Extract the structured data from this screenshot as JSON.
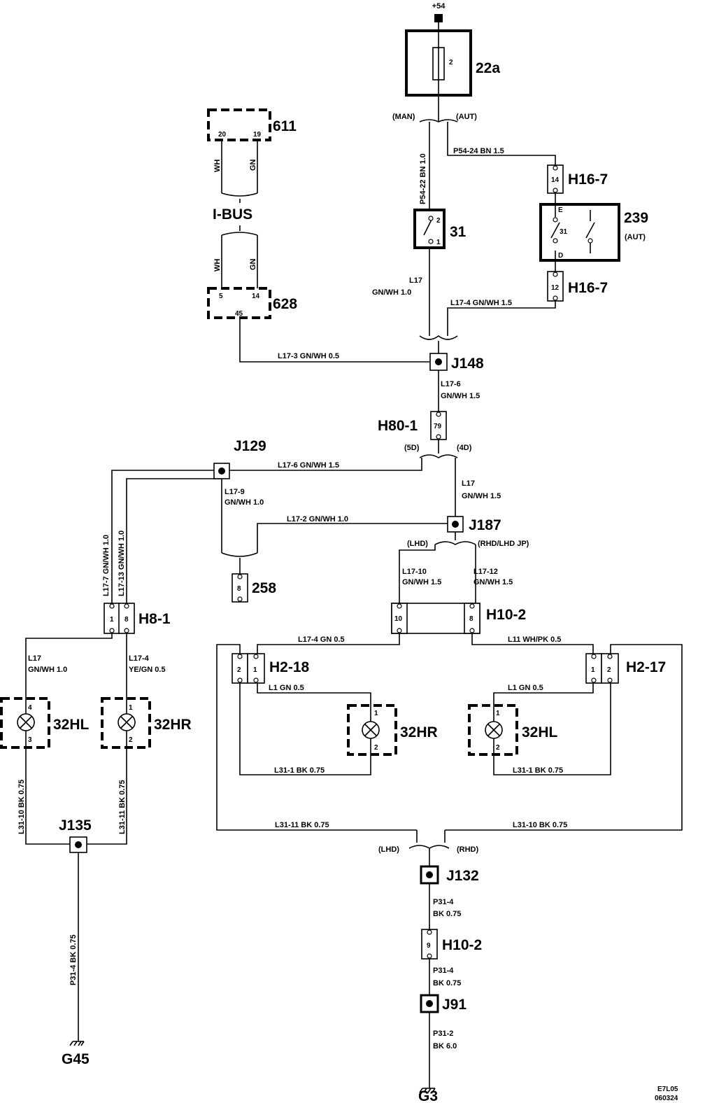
{
  "diagram": {
    "supply": "+54",
    "fuse": {
      "id": "22a",
      "pin": "2"
    },
    "variants": {
      "man": "(MAN)",
      "aut": "(AUT)",
      "lhd": "(LHD)",
      "rhd": "(RHD)",
      "rhd_lhd_jp": "(RHD/LHD JP)",
      "five_d": "(5D)",
      "four_d": "(4D)",
      "aut_239": "(AUT)"
    },
    "components": {
      "c611": {
        "id": "611",
        "pins": [
          "20",
          "19"
        ]
      },
      "c628": {
        "id": "628",
        "pins": [
          "5",
          "14",
          "45"
        ]
      },
      "ibus": "I-BUS",
      "switch31": {
        "id": "31",
        "pins": [
          "2",
          "1"
        ]
      },
      "relay239": {
        "id": "239",
        "pins": [
          "E",
          "31",
          "D"
        ]
      },
      "h16_7_top": {
        "id": "H16-7",
        "pin": "14"
      },
      "h16_7_bot": {
        "id": "H16-7",
        "pin": "12"
      },
      "j148": "J148",
      "h80_1": {
        "id": "H80-1",
        "pin": "79"
      },
      "j129": "J129",
      "j187": "J187",
      "c258": {
        "id": "258",
        "pin": "8"
      },
      "h8_1": {
        "id": "H8-1",
        "pins": [
          "1",
          "8"
        ]
      },
      "h10_2_top": {
        "id": "H10-2",
        "pins": [
          "10",
          "8"
        ]
      },
      "h2_18": {
        "id": "H2-18",
        "pins": [
          "2",
          "1"
        ]
      },
      "h2_17": {
        "id": "H2-17",
        "pins": [
          "1",
          "2"
        ]
      },
      "lamp_32hl_left": {
        "id": "32HL",
        "pins": [
          "4",
          "3"
        ]
      },
      "lamp_32hr_left": {
        "id": "32HR",
        "pins": [
          "1",
          "2"
        ]
      },
      "lamp_32hr_mid": {
        "id": "32HR",
        "pins": [
          "1",
          "2"
        ]
      },
      "lamp_32hl_mid": {
        "id": "32HL",
        "pins": [
          "1",
          "2"
        ]
      },
      "j135": "J135",
      "j132": "J132",
      "h10_2_bot": {
        "id": "H10-2",
        "pin": "9"
      },
      "j91": "J91",
      "g45": "G45",
      "g3": "G3"
    },
    "wires": {
      "p54_22": "P54-22  BN  1.0",
      "p54_24": "P54-24   BN   1.5",
      "wh": "WH",
      "gn": "GN",
      "l17": "L17",
      "l17_gnwh_10": "GN/WH  1.0",
      "l17_4_top": "L17-4      GN/WH  1.5",
      "l17_3": "L17-3    GN/WH   0.5",
      "l17_6": "L17-6",
      "gnwh_15": "GN/WH   1.5",
      "l17_6_j129": "L17-6       GN/WH   1.5",
      "l17_9": "L17-9",
      "gnwh_10b": "GN/WH   1.0",
      "l17_right": "L17",
      "gnwh_15b": "GN/WH   1.5",
      "l17_2": "L17-2    GN/WH   1.0",
      "l17_10": "L17-10",
      "gnwh_15c": "GN/WH   1.5",
      "l17_12": "L17-12",
      "gnwh_15d": "GN/WH   1.5",
      "l17_7_v": "L17-7     GN/WH   1.0",
      "l17_13_v": "L17-13     GN/WH   1.0",
      "l17_left": "L17",
      "gnwh_10c": "GN/WH   1.0",
      "l17_4_yegn": "L17-4",
      "yegn": "YE/GN     0.5",
      "l17_4_gn": "L17-4   GN  0.5",
      "l11": "L11    WH/PK   0.5",
      "l1_left": "L1   GN   0.5",
      "l1_right": "L1     GN     0.5",
      "l31_1_left": "L31-1   BK  0.75",
      "l31_1_right": "L31-1   BK  0.75",
      "l31_10_v": "L31-10  BK  0.75",
      "l31_11_v": "L31-11  BK  0.75",
      "l31_11_h": "L31-11  BK 0.75",
      "l31_10_h": "L31-10   BK  0.75",
      "p31_4_v": "P31-4    BK    0.75",
      "p31_4_a": "P31-4",
      "bk075_a": "BK  0.75",
      "p31_4_b": "P31-4",
      "bk075_b": "BK  0.75",
      "p31_2": "P31-2",
      "bk60": "BK  6.0"
    },
    "footer": {
      "code": "E7L05",
      "date": "060324"
    }
  }
}
